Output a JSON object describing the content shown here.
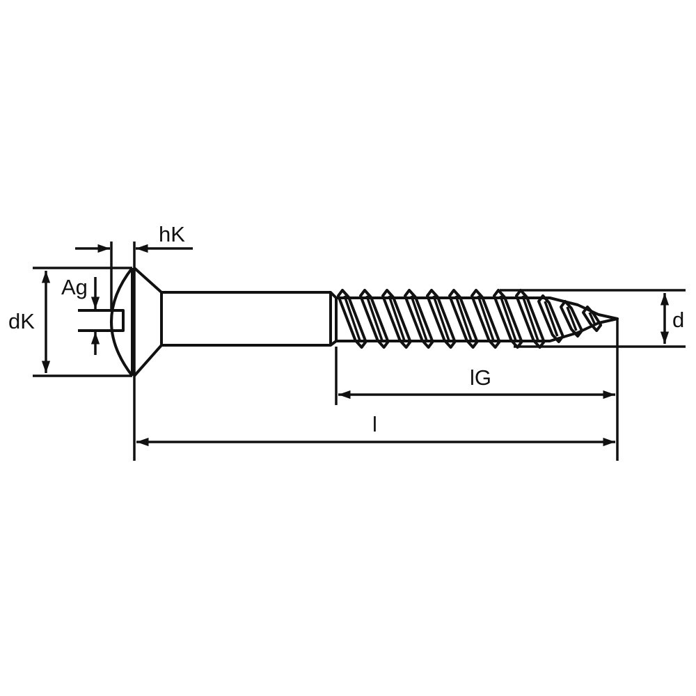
{
  "labels": {
    "head_height": "hK",
    "slot_width": "Ag",
    "head_diameter": "dK",
    "thread_diameter": "d",
    "thread_length": "lG",
    "total_length": "l"
  },
  "colors": {
    "stroke": "#111111",
    "background": "#ffffff"
  },
  "thread_turns": 12
}
